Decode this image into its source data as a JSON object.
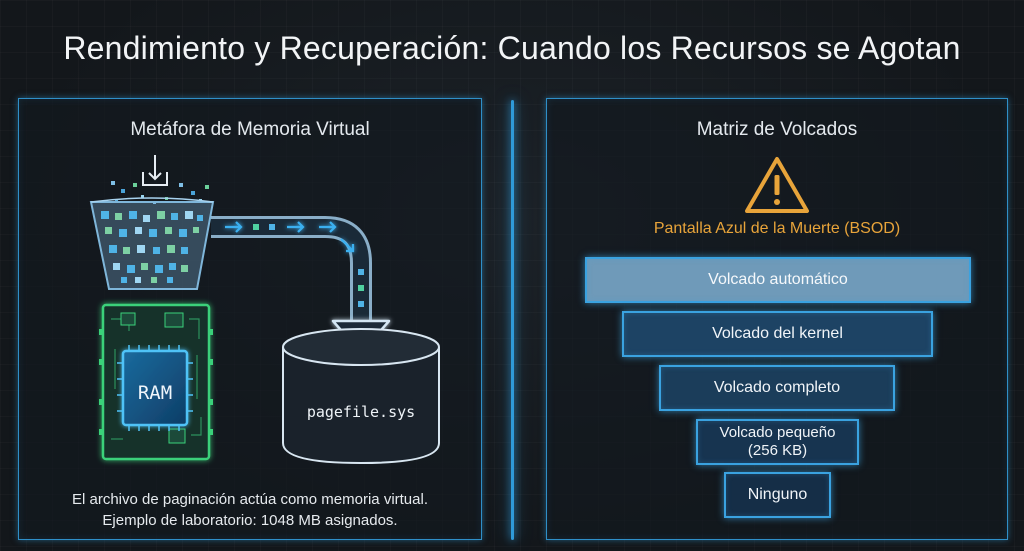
{
  "title": "Rendimiento y Recuperación: Cuando los Recursos se Agotan",
  "left_panel": {
    "title": "Metáfora de Memoria Virtual",
    "ram_label": "RAM",
    "pagefile_label": "pagefile.sys",
    "caption_line1": "El archivo de paginación actúa como memoria virtual.",
    "caption_line2": "Ejemplo de laboratorio: 1048 MB asignados."
  },
  "right_panel": {
    "title": "Matriz de Volcados",
    "bsod_label": "Pantalla Azul de la Muerte (BSOD)",
    "tiers": [
      {
        "label": "Volcado automático"
      },
      {
        "label": "Volcado del kernel"
      },
      {
        "label": "Volcado completo"
      },
      {
        "label_line1": "Volcado pequeño",
        "label_line2": "(256 KB)"
      },
      {
        "label": "Ninguno"
      }
    ]
  },
  "colors": {
    "accent_blue": "#2f9ad8",
    "warning_orange": "#e8a43a",
    "ram_green": "#3ad17a"
  },
  "icons": [
    "download-icon",
    "warning-icon"
  ]
}
